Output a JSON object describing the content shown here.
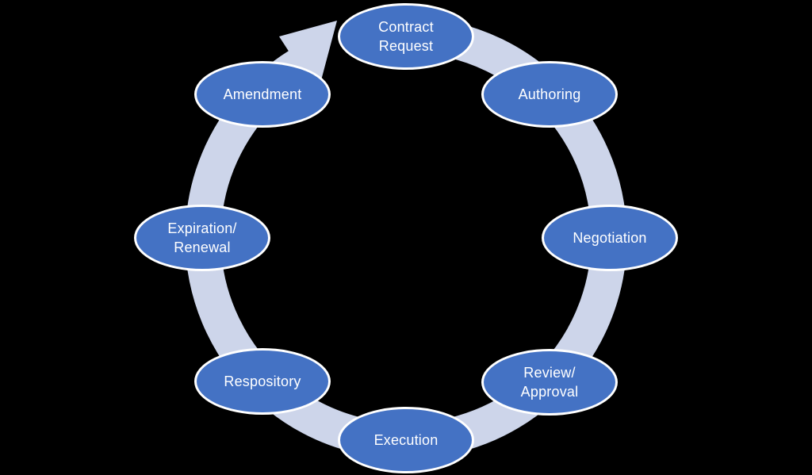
{
  "diagram": {
    "type": "cycle",
    "flow_direction": "clockwise",
    "nodes": [
      {
        "id": "contract-request",
        "label": "Contract\nRequest"
      },
      {
        "id": "authoring",
        "label": "Authoring"
      },
      {
        "id": "negotiation",
        "label": "Negotiation"
      },
      {
        "id": "review-approval",
        "label": "Review/\nApproval"
      },
      {
        "id": "execution",
        "label": "Execution"
      },
      {
        "id": "respository",
        "label": "Respository"
      },
      {
        "id": "expiration-renewal",
        "label": "Expiration/\nRenewal"
      },
      {
        "id": "amendment",
        "label": "Amendment"
      }
    ]
  },
  "colors": {
    "background": "#000000",
    "ring": "#CDD5EA",
    "node_fill": "#4472C4",
    "node_border": "#FFFFFF",
    "label_text": "#FFFFFF"
  }
}
